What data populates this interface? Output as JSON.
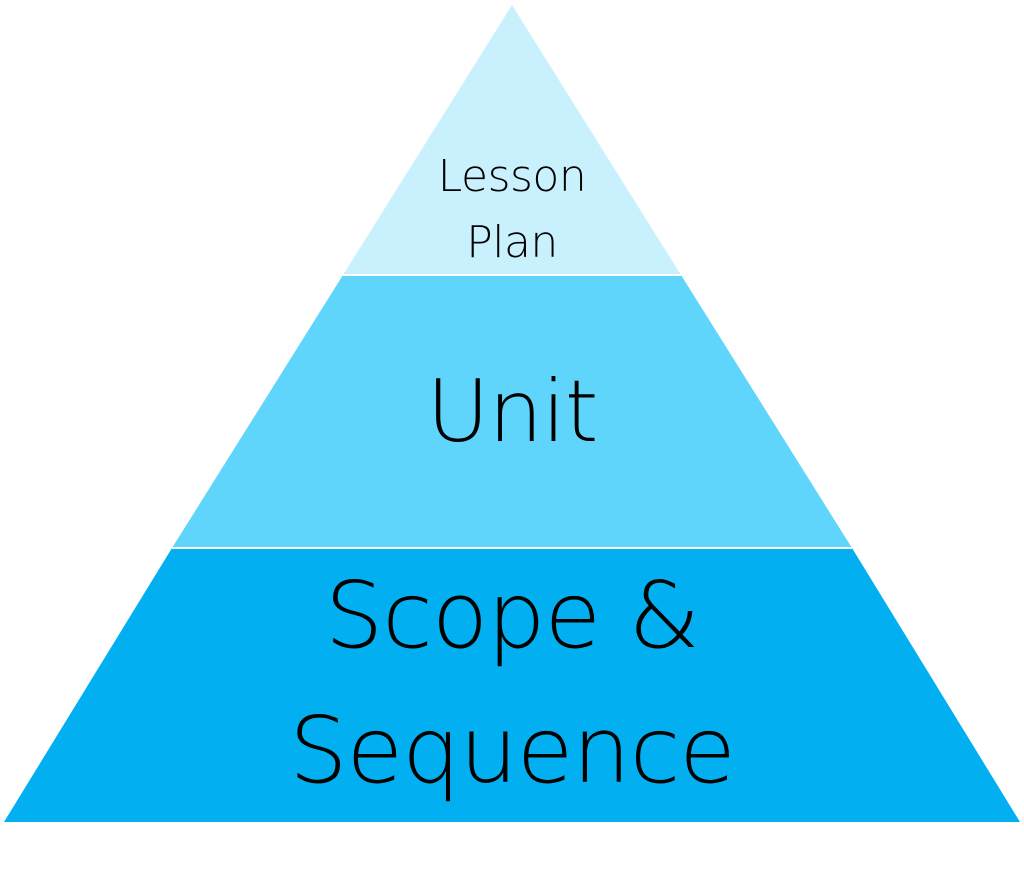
{
  "pyramid": {
    "tiers": [
      {
        "lines": [
          "Lesson",
          "Plan"
        ],
        "color": "#c9f1fd"
      },
      {
        "lines": [
          "Unit"
        ],
        "color": "#5fd5fc"
      },
      {
        "lines": [
          "Scope &",
          "Sequence"
        ],
        "color": "#02b0f1"
      }
    ],
    "divider_color": "#ffffff"
  }
}
